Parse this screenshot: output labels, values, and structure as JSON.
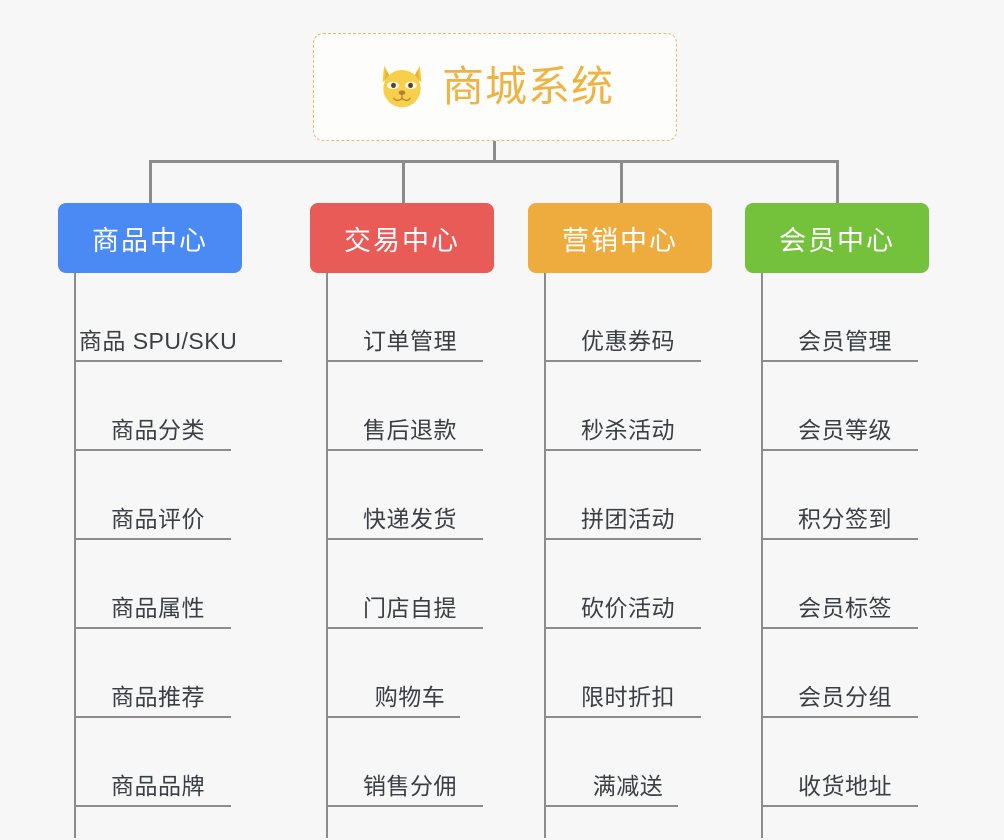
{
  "root": {
    "title": "商城系统",
    "icon": "shiba-dog-icon",
    "border_color": "#e8b96a",
    "text_color": "#edb445"
  },
  "columns": [
    {
      "title": "商品中心",
      "color": "#4a8af4",
      "items": [
        "商品 SPU/SKU",
        "商品分类",
        "商品评价",
        "商品属性",
        "商品推荐",
        "商品品牌"
      ]
    },
    {
      "title": "交易中心",
      "color": "#e95b57",
      "items": [
        "订单管理",
        "售后退款",
        "快递发货",
        "门店自提",
        "购物车",
        "销售分佣"
      ]
    },
    {
      "title": "营销中心",
      "color": "#eeab3e",
      "items": [
        "优惠券码",
        "秒杀活动",
        "拼团活动",
        "砍价活动",
        "限时折扣",
        "满减送"
      ]
    },
    {
      "title": "会员中心",
      "color": "#74c13c",
      "items": [
        "会员管理",
        "会员等级",
        "积分签到",
        "会员标签",
        "会员分组",
        "收货地址"
      ]
    }
  ],
  "connector_color": "#8c8c8c",
  "background_color": "#f7f7f7"
}
